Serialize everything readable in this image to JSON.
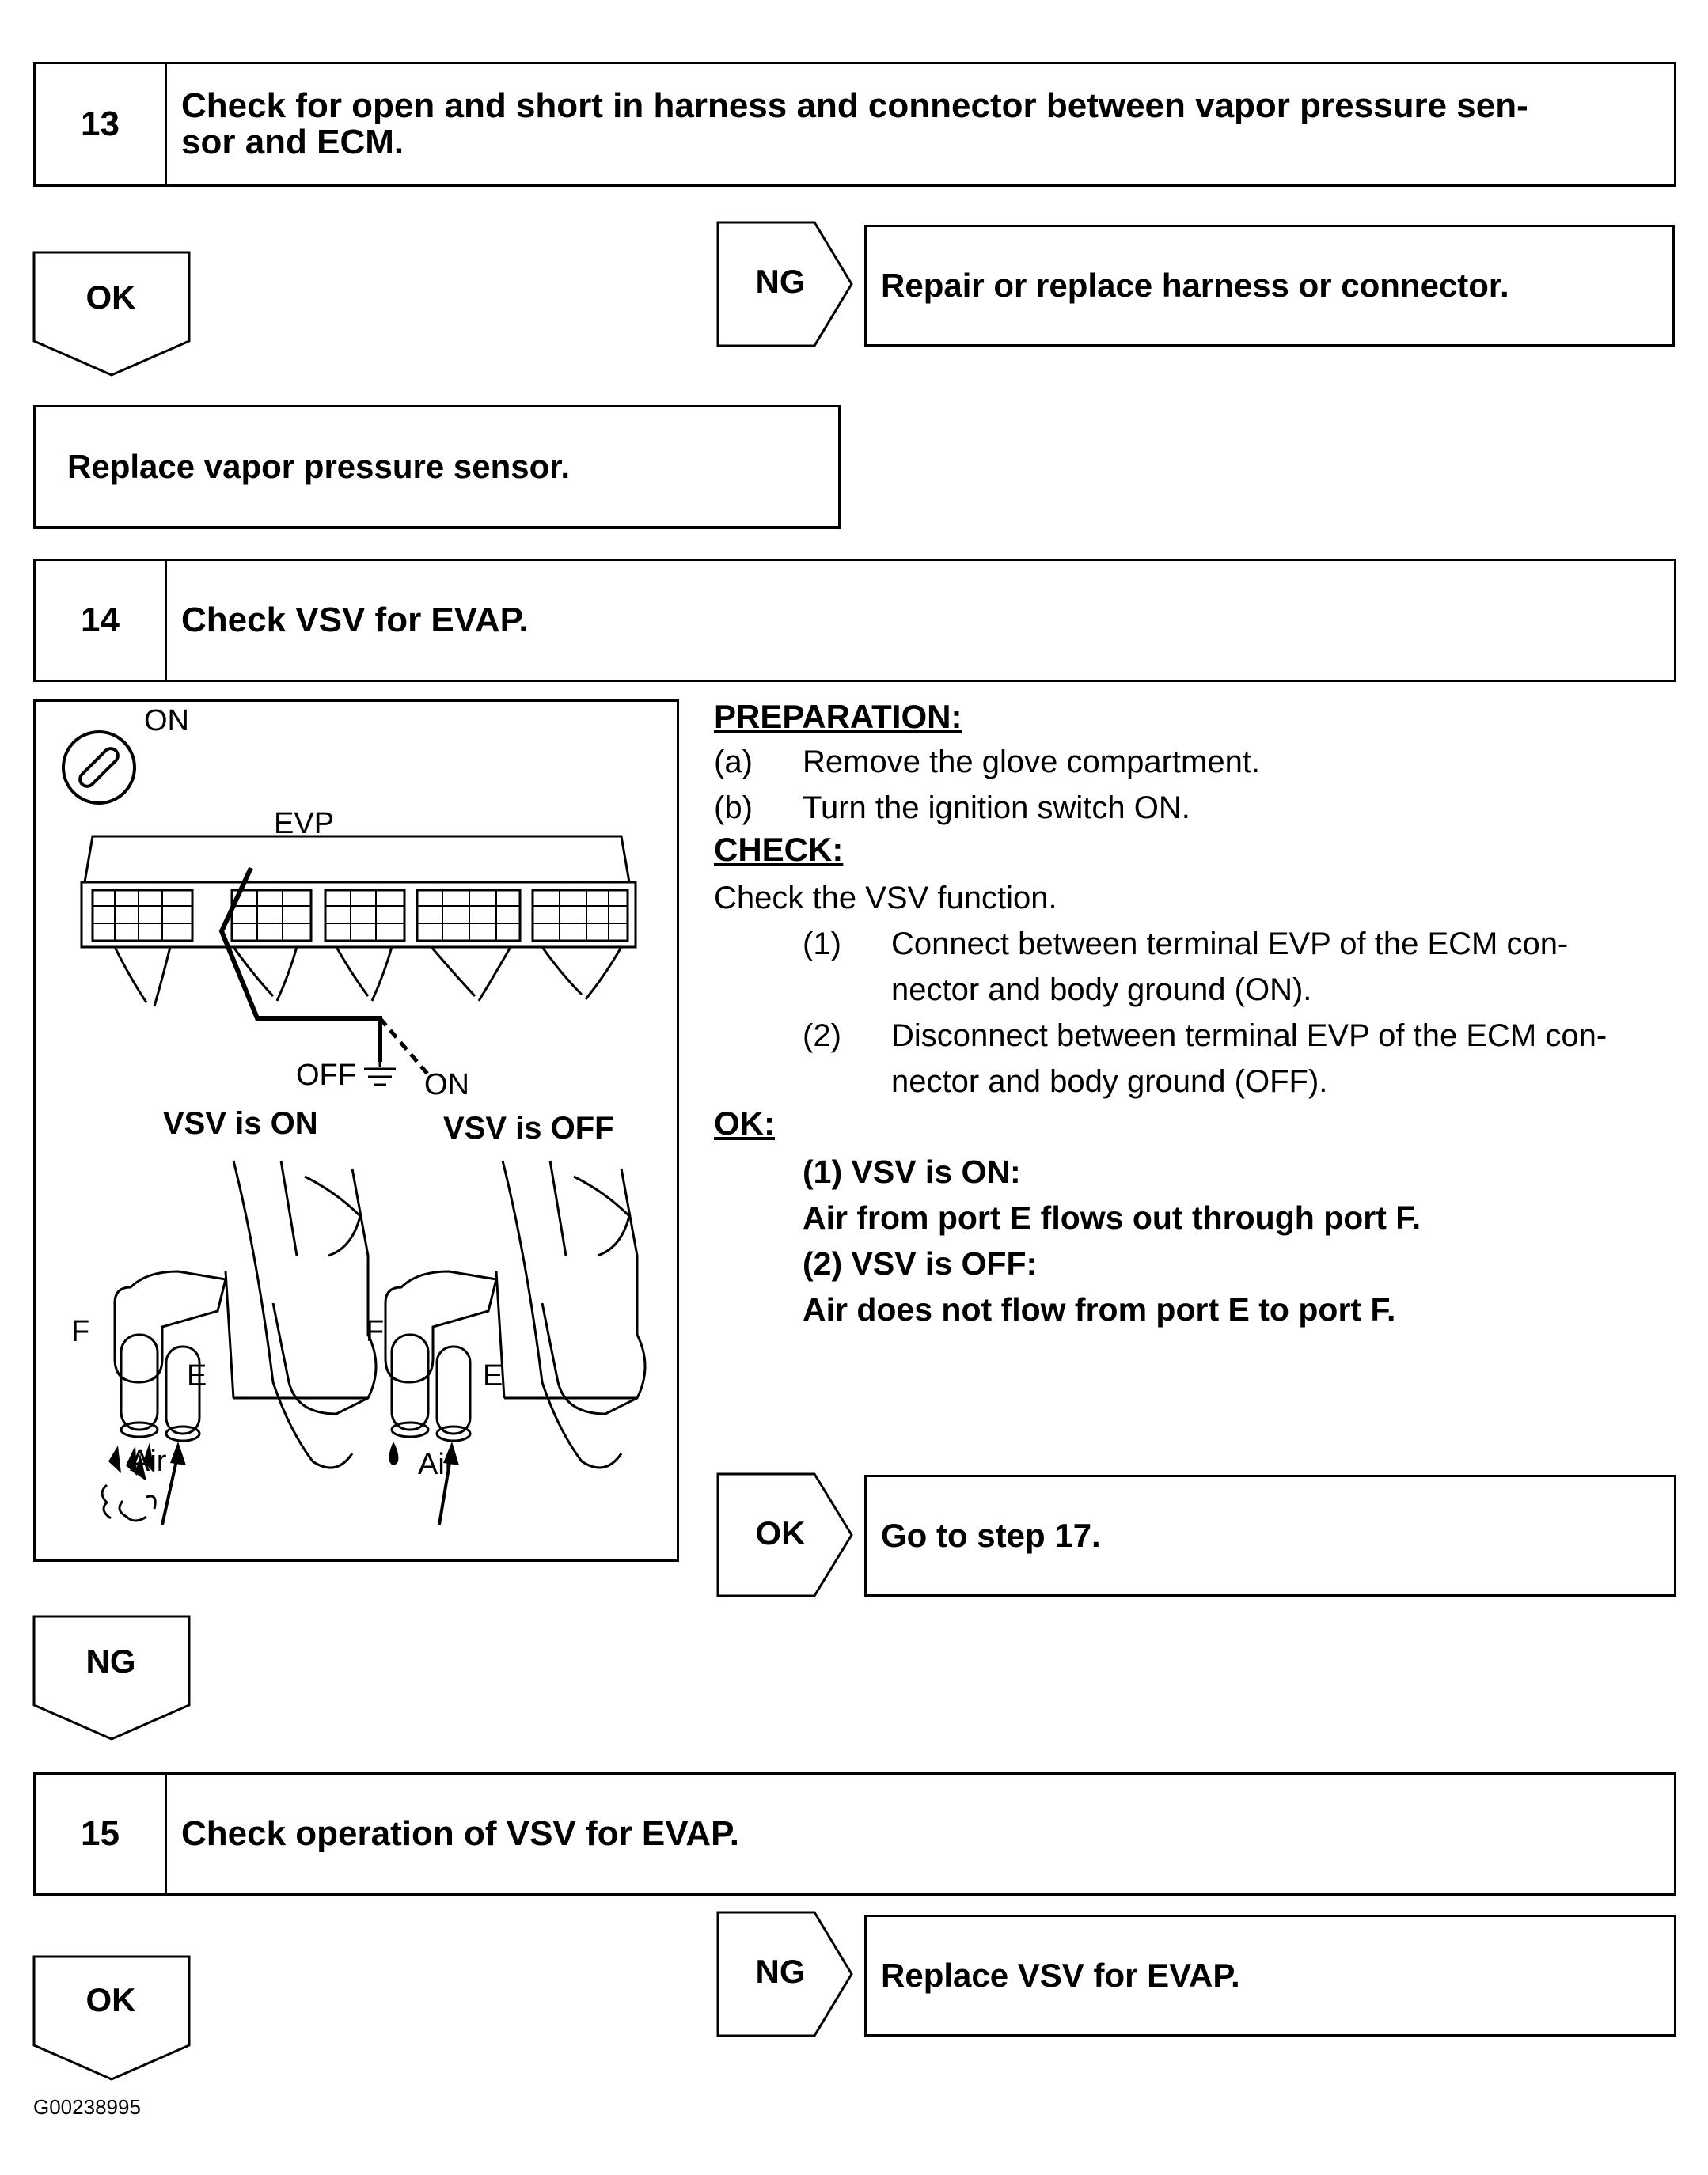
{
  "steps": {
    "s13": {
      "number": "13",
      "title_line1": "Check for open and short in harness and connector between vapor pressure sen-",
      "title_line2": "sor and ECM."
    },
    "s14": {
      "number": "14",
      "title": "Check VSV for EVAP."
    },
    "s15": {
      "number": "15",
      "title": "Check operation of VSV for EVAP."
    }
  },
  "flow": {
    "s13_ok": "OK",
    "s13_ng": "NG",
    "s13_ng_action": "Repair or replace harness or connector.",
    "s13_ok_action": "Replace vapor pressure sensor.",
    "s14_ok": "OK",
    "s14_ok_action": "Go to step 17.",
    "s14_ng": "NG",
    "s15_ok": "OK",
    "s15_ng": "NG",
    "s15_ng_action": "Replace VSV for EVAP."
  },
  "figure": {
    "ignition_label": "ON",
    "terminal_label": "EVP",
    "off_label": "OFF",
    "on_label": "ON",
    "vsv_on_caption": "VSV is ON",
    "vsv_off_caption": "VSV is OFF",
    "port_f": "F",
    "port_e": "E",
    "air": "Air"
  },
  "instructions": {
    "preparation_header": "PREPARATION:",
    "prep_a_tag": "(a)",
    "prep_a": "Remove the glove compartment.",
    "prep_b_tag": "(b)",
    "prep_b": "Turn the ignition switch ON.",
    "check_header": "CHECK:",
    "check_intro": "Check the VSV function.",
    "check_1_tag": "(1)",
    "check_1_line1": "Connect between terminal EVP of the ECM con-",
    "check_1_line2": "nector and body ground (ON).",
    "check_2_tag": "(2)",
    "check_2_line1": "Disconnect between terminal EVP of the ECM con-",
    "check_2_line2": "nector and body ground (OFF).",
    "ok_header": "OK:",
    "ok_1": "(1)  VSV is ON:",
    "ok_1_detail": "Air from port E flows out through port F.",
    "ok_2": "(2)  VSV is OFF:",
    "ok_2_detail": "Air does not flow from port E to port F."
  },
  "footer": {
    "figure_id": "G00238995"
  }
}
